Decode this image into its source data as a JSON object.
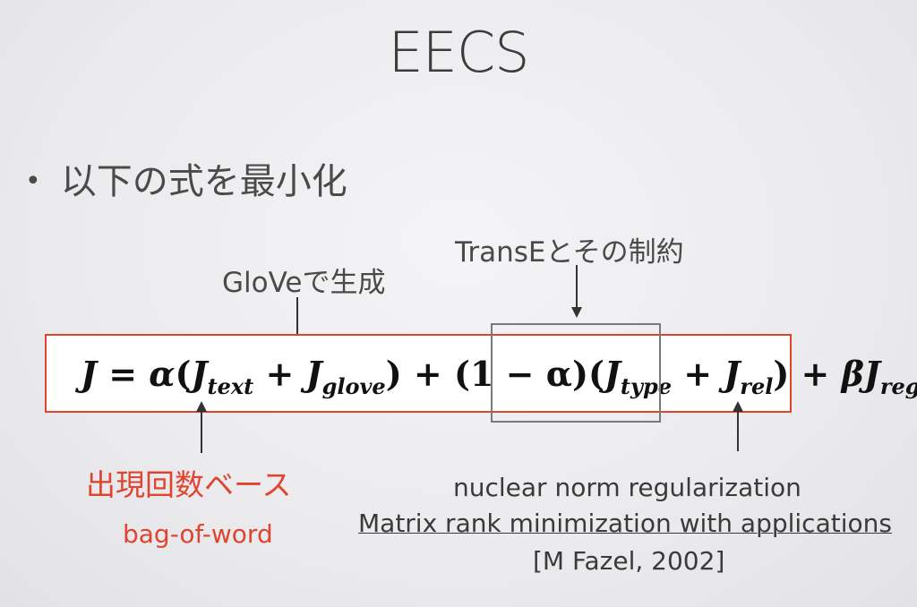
{
  "slide": {
    "title": "EECS",
    "bullet": "以下の式を最小化",
    "annotations": {
      "transe": "TransEとその制約",
      "glove": "GloVeで生成",
      "frequency": "出現回数ベース",
      "bag_of_word": "bag-of-word",
      "nuclear_norm": "nuclear norm regularization",
      "reference_title": "Matrix rank minimization with applications",
      "reference_cite": "[M Fazel, 2002]"
    },
    "formula": {
      "lhs": "J",
      "equals": "=",
      "alpha1": "α",
      "open1": "(",
      "j_text": "J",
      "sub_text": "text",
      "plus1": "+",
      "j_glove": "J",
      "sub_glove": "glove",
      "close1": ")",
      "plus2": "+",
      "one_minus_alpha": "(1 − α)",
      "open2": "(",
      "j_type": "J",
      "sub_type": "type",
      "plus3": "+",
      "j_rel": "J",
      "sub_rel": "rel",
      "close2": ")",
      "plus4": "+",
      "beta": "β",
      "j_reg": "J",
      "sub_reg": "reg"
    },
    "colors": {
      "accent_red": "#e0442f",
      "box_gray": "#7a7a7a",
      "text_dark": "#3a3a3a"
    }
  }
}
